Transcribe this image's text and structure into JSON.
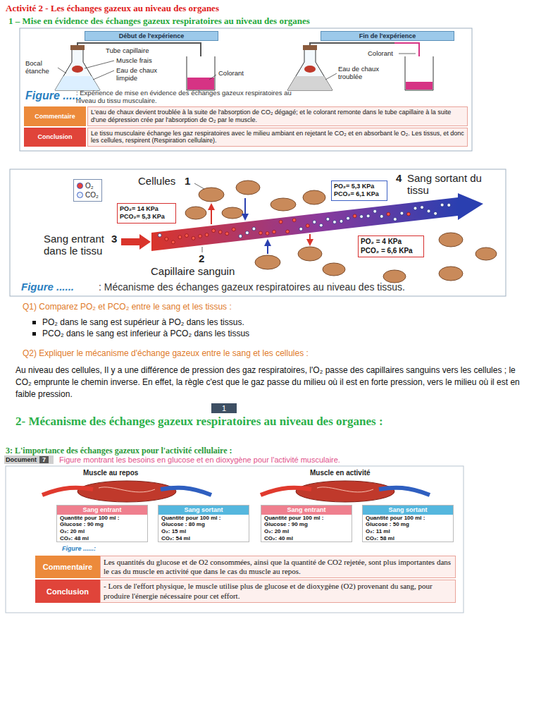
{
  "diagram": {
    "title": "Activité 2 - Les échanges gazeux au niveau des organes",
    "nodes": [
      {
        "text": [
          "Début de l'expérience"
        ]
      },
      {
        "text": [
          "Fin de l'expérience"
        ]
      },
      {
        "text": [
          "Commentaire"
        ]
      },
      {
        "text": [
          "L'eau de chaux devient troublée à la suite de l'absorption de CO₂ dégagé; et le colorant remonte dans le tube capillaire à la suite d'une dépression crée par l'absorption de O₂ par le muscle."
        ]
      },
      {
        "text": [
          "Conclusion"
        ]
      },
      {
        "text": [
          "Le tissu musculaire échange les gaz respiratoires avec le milieu ambiant en rejetant le CO₂ et en absorbant le O₂. Les tissus, et donc les cellules, respirent (Respiration cellulaire)."
        ]
      },
      {
        "text": [
          "PO₂= 14 KPa",
          "PCO₂= 5,3 KPa"
        ]
      },
      {
        "text": [
          "PO₂= 5,3 KPa",
          "PCO₂= 6,1 KPa"
        ]
      },
      {
        "text": [
          "PO₂ = 4 KPa",
          "PCO₂ = 6,6 KPa"
        ]
      },
      {
        "text": [
          "1"
        ]
      },
      {
        "text": [
          "Document",
          "7"
        ]
      },
      {
        "text": [
          "Sang entrant",
          "Quantité pour 100 ml :",
          "Glucose : 90 mg",
          "O₂: 20 ml",
          "CO₂: 48 ml"
        ]
      },
      {
        "text": [
          "Sang sortant",
          "Quantité pour 100 ml :",
          "Glucose : 80 mg",
          "O₂: 15 ml",
          "CO₂: 54 ml"
        ]
      },
      {
        "text": [
          "Sang entrant",
          "Quantité pour 100 ml :",
          "Glucose : 90 mg",
          "O₂: 20 ml",
          "CO₂: 40 ml"
        ]
      },
      {
        "text": [
          "Sang sortant",
          "Quantité pour 100 ml :",
          "Glucose : 50 mg",
          "O₂: 11 ml",
          "CO₂: 58 ml"
        ]
      },
      {
        "text": [
          "Commentaire"
        ]
      },
      {
        "text": [
          "Les quantités du glucose et de O2 consommées, ainsi que la quantité de CO2 rejetée, sont plus importantes dans le cas du muscle en activité que dans le cas du muscle au repos."
        ]
      },
      {
        "text": [
          "Conclusion"
        ]
      },
      {
        "text": [
          "- Lors de l'effort physique, le muscle utilise plus de glucose et de dioxygène (O2) provenant du sang, pour produire l'énergie nécessaire pour cet effort."
        ]
      }
    ],
    "labels": [
      "1 – Mise en évidence des échanges gazeux respiratoires au niveau des organes",
      "Tube capillaire",
      "Muscle frais",
      "Bocal étanche",
      "Eau de chaux limpide",
      "Colorant",
      "Colorant",
      "Eau de chaux troublée",
      "Figure ......",
      ": Expérience de mise en évidence des échanges gazeux respiratoires au niveau du tissu musculaire.",
      "Cellules",
      "1",
      "4",
      "Sang sortant du tissu",
      "Sang entrant dans le tissu",
      "3",
      "2",
      "Capillaire sanguin",
      "Figure ......",
      ": Mécanisme des échanges gazeux respiratoires au niveau des tissus.",
      "Q1) Comparez PO₂ et PCO₂ entre le sang et les tissus :",
      "PO₂ dans le sang est supérieur à PO₂ dans les tissus.",
      "PCO₂ dans le sang est inferieur à PCO₂ dans les tissus",
      "Q2) Expliquer le mécanisme d'échange gazeux entre le sang et les cellules :",
      "Au niveau des cellules, Il y a une différence de pression des gaz respiratoires, l'O₂ passe des capillaires sanguins vers les cellules ; le CO₂ emprunte le chemin inverse. En effet, la règle c'est que le gaz passe du milieu où il est en forte pression, vers le milieu où il est en faible pression.",
      "2- Mécanisme des échanges gazeux respiratoires au niveau des organes :",
      "3: L'importance des échanges gazeux pour l'activité cellulaire :",
      "Figure montrant les besoins en glucose et en dioxygène pour l'activité musculaire.",
      "Muscle au repos",
      "Muscle en activité",
      "Figure ......:"
    ],
    "legend": [
      {
        "text": "O₂",
        "color": "#e8423a"
      },
      {
        "text": "CO₂",
        "color": "#e6eefa"
      }
    ]
  }
}
